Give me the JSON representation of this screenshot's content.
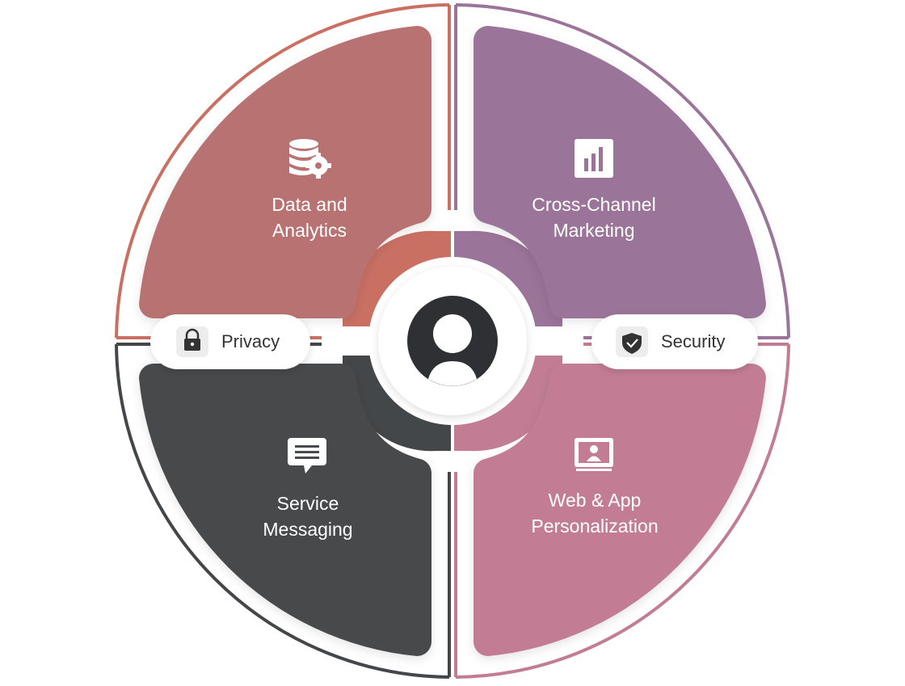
{
  "diagram": {
    "quadrants": [
      {
        "id": "data",
        "lines": [
          "Data and",
          "Analytics"
        ],
        "color": "#B97272",
        "icon": "database-gear-icon"
      },
      {
        "id": "marketing",
        "lines": [
          "Cross-Channel",
          "Marketing"
        ],
        "color": "#9A7499",
        "icon": "bar-chart-icon"
      },
      {
        "id": "messaging",
        "lines": [
          "Service",
          "Messaging"
        ],
        "color": "#474A4C",
        "icon": "chat-message-icon"
      },
      {
        "id": "personalization",
        "lines": [
          "Web & App",
          "Personalization"
        ],
        "color": "#C27D94",
        "icon": "user-profile-card-icon"
      }
    ],
    "pills": [
      {
        "label": "Privacy",
        "icon": "lock-icon"
      },
      {
        "label": "Security",
        "icon": "shield-check-icon"
      }
    ],
    "center_icon": "user-avatar-icon",
    "ring_colors": {
      "top_left": "#C97063",
      "top_right": "#9A7499",
      "bottom_left": "#444749",
      "bottom_right": "#C27D94"
    }
  }
}
